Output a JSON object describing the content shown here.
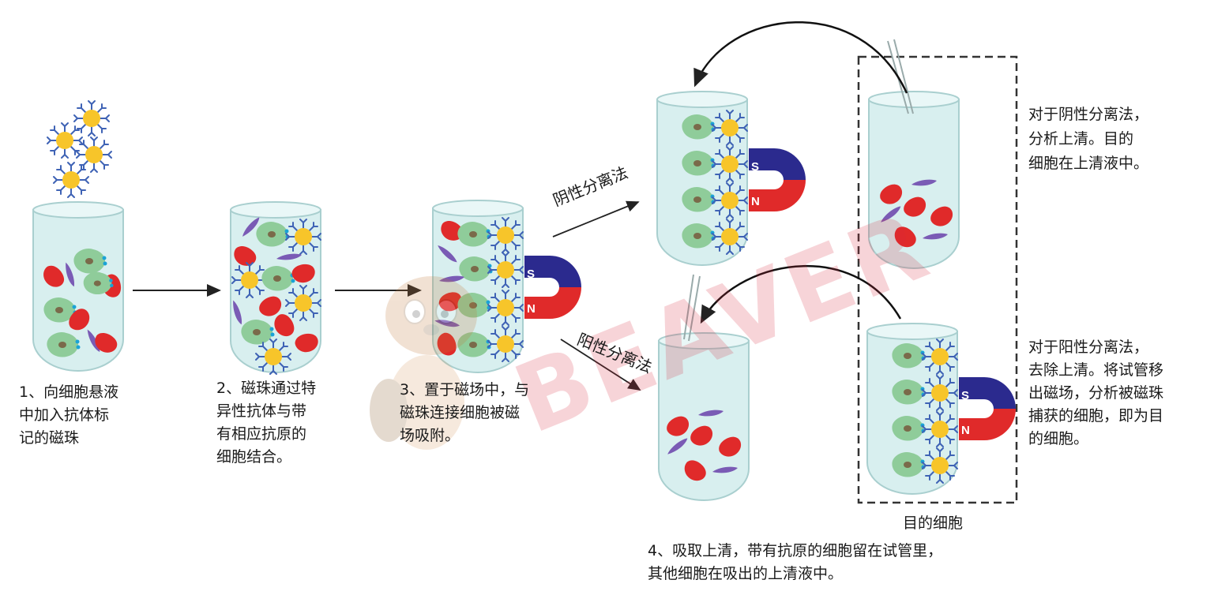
{
  "steps": {
    "step1": [
      "1、向细胞悬液",
      "中加入抗体标",
      "记的磁珠"
    ],
    "step2": [
      "2、磁珠通过特",
      "异性抗体与带",
      "有相应抗原的",
      "细胞结合。"
    ],
    "step3": [
      "3、置于磁场中，与",
      "磁珠连接细胞被磁",
      "场吸附。"
    ],
    "step4": [
      "4、吸取上清，带有抗原的细胞留在试管里，",
      "其他细胞在吸出的上清液中。"
    ]
  },
  "arrows": {
    "negative_label": "阴性分离法",
    "positive_label": "阳性分离法"
  },
  "notes": {
    "negative": [
      "对于阴性分离法，",
      "分析上清。目的",
      "细胞在上清液中。"
    ],
    "positive": [
      "对于阳性分离法，",
      "去除上清。将试管移",
      "出磁场，分析被磁珠",
      "捕获的细胞，即为目",
      "的细胞。"
    ]
  },
  "target_cell_label": "目的细胞",
  "magnet": {
    "s_label": "S",
    "n_label": "N"
  },
  "watermark": {
    "text": "BEAVER"
  },
  "colors": {
    "tube_fill": "#d8efef",
    "tube_edge": "#a9cfcf",
    "bead": "#f7c52a",
    "antibody": "#3f63b5",
    "green_cell": "#8fcc9a",
    "red_cell": "#e02a2a",
    "purple_cell": "#7a5bb5",
    "magnet_s": "#2b2a8e",
    "magnet_n": "#e02a2a",
    "watermark": "#d6283c"
  }
}
